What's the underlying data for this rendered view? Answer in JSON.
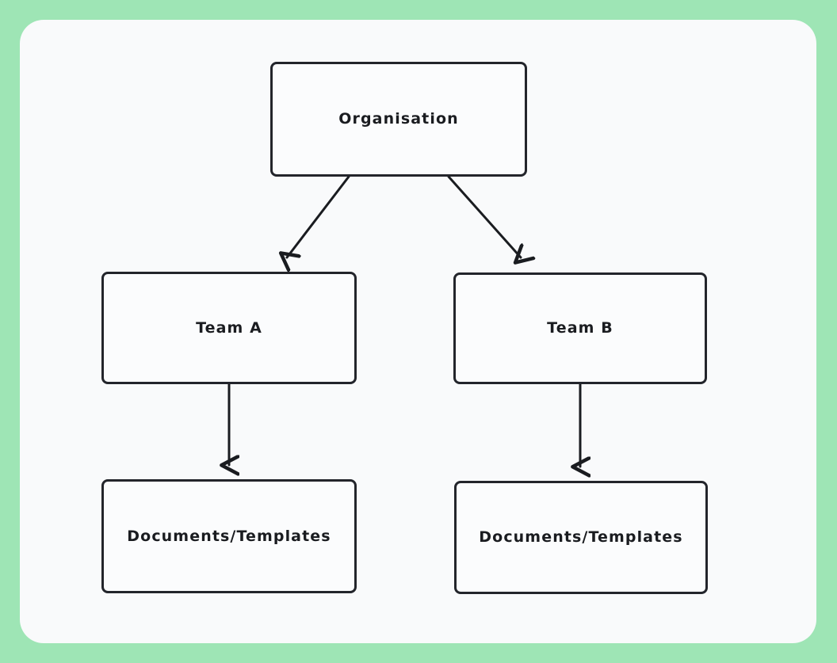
{
  "canvas": {
    "background_color": "#9ee5b5",
    "card_color": "#f9fafb",
    "node_border_color": "#23252b",
    "node_fill_color": "#fbfcfd",
    "edge_color": "#1a1c20",
    "text_color": "#1a1c20"
  },
  "diagram": {
    "type": "hierarchy",
    "nodes": [
      {
        "id": "organisation",
        "label": "Organisation",
        "level": 0
      },
      {
        "id": "team-a",
        "label": "Team A",
        "level": 1
      },
      {
        "id": "team-b",
        "label": "Team B",
        "level": 1
      },
      {
        "id": "docs-a",
        "label": "Documents/Templates",
        "level": 2
      },
      {
        "id": "docs-b",
        "label": "Documents/Templates",
        "level": 2
      }
    ],
    "edges": [
      {
        "from": "organisation",
        "to": "team-a",
        "style": "diagonal-arrow"
      },
      {
        "from": "organisation",
        "to": "team-b",
        "style": "diagonal-arrow"
      },
      {
        "from": "team-a",
        "to": "docs-a",
        "style": "vertical-arrow"
      },
      {
        "from": "team-b",
        "to": "docs-b",
        "style": "vertical-arrow"
      }
    ]
  }
}
